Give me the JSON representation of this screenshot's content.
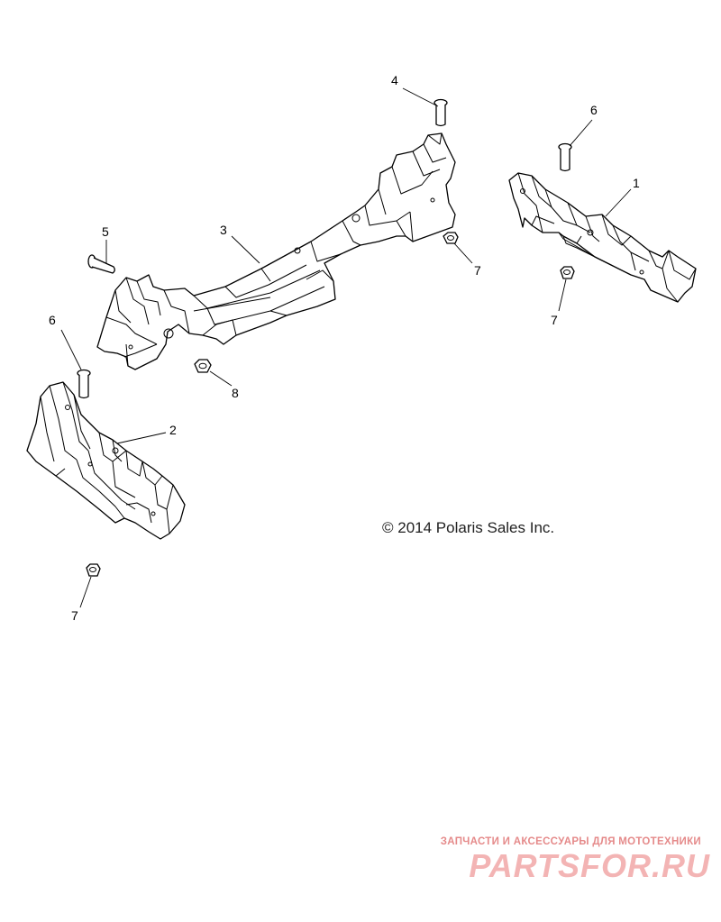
{
  "callouts": [
    {
      "id": "c1",
      "text": "1"
    },
    {
      "id": "c2",
      "text": "2"
    },
    {
      "id": "c3",
      "text": "3"
    },
    {
      "id": "c4",
      "text": "4"
    },
    {
      "id": "c5",
      "text": "5"
    },
    {
      "id": "c6a",
      "text": "6"
    },
    {
      "id": "c6b",
      "text": "6"
    },
    {
      "id": "c7a",
      "text": "7"
    },
    {
      "id": "c7b",
      "text": "7"
    },
    {
      "id": "c7c",
      "text": "7"
    },
    {
      "id": "c8",
      "text": "8"
    }
  ],
  "copyright": "© 2014 Polaris Sales Inc.",
  "watermark": {
    "tagline": "ЗАПЧАСТИ И АКСЕССУАРЫ ДЛЯ МОТОТЕХНИКИ",
    "logo_text": "PARTSFOR.RU",
    "color": "#f3b4b4"
  }
}
